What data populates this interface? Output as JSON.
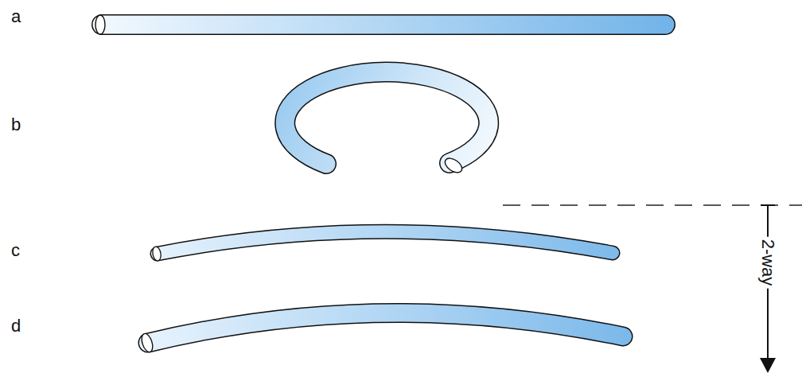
{
  "diagram": {
    "labels": [
      "a",
      "b",
      "c",
      "d",
      "2-way"
    ]
  }
}
